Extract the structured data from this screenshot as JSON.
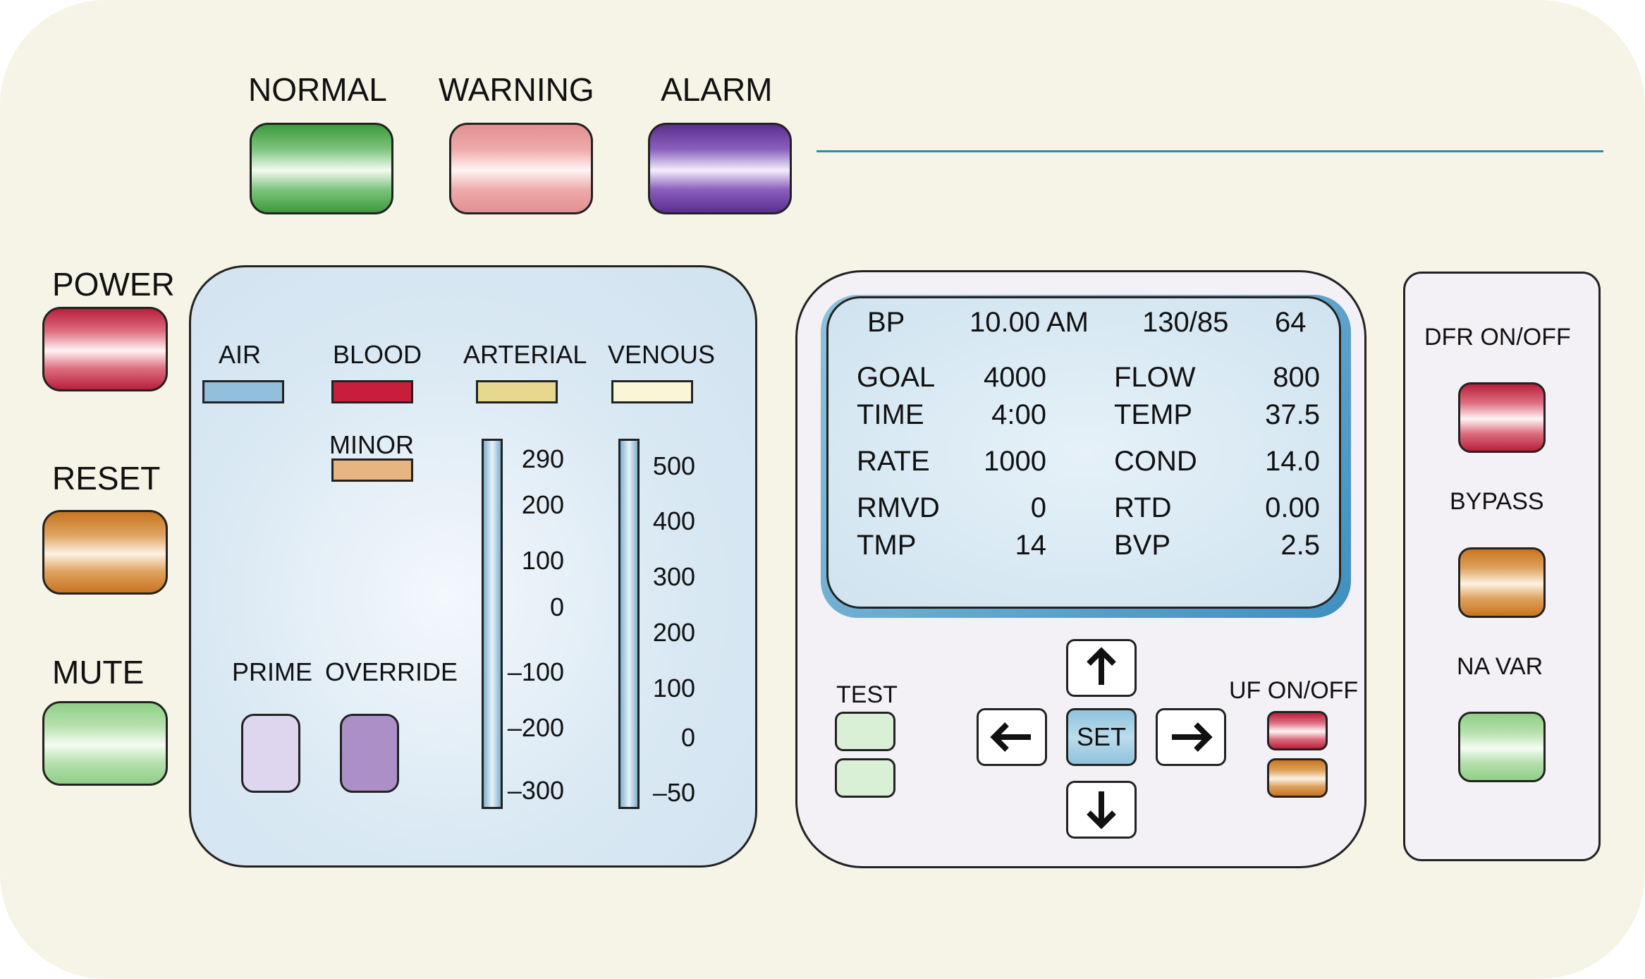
{
  "status_lights": [
    {
      "label": "NORMAL",
      "color": "#57b357"
    },
    {
      "label": "WARNING",
      "color": "#eca3a3"
    },
    {
      "label": "ALARM",
      "color": "#7a4bb0"
    }
  ],
  "left_buttons": [
    {
      "label": "POWER",
      "color": "#c8304a"
    },
    {
      "label": "RESET",
      "color": "#d2892e"
    },
    {
      "label": "MUTE",
      "color": "#8fce84"
    }
  ],
  "detectors": {
    "air": "AIR",
    "blood": "BLOOD",
    "arterial": "ARTERIAL",
    "venous": "VENOUS",
    "minor": "MINOR"
  },
  "pressure": {
    "arterial_scale": [
      "290",
      "200",
      "100",
      "0",
      "–100",
      "–200",
      "–300"
    ],
    "venous_scale": [
      "500",
      "400",
      "300",
      "200",
      "100",
      "0",
      "–50"
    ]
  },
  "prime_label": "PRIME",
  "override_label": "OVERRIDE",
  "screen": {
    "bp": "BP",
    "time_of_day": "10.00 AM",
    "bp_value": "130/85",
    "pulse": "64",
    "rows": [
      {
        "k1": "GOAL",
        "v1": "4000",
        "k2": "FLOW",
        "v2": "800"
      },
      {
        "k1": "TIME",
        "v1": "4:00",
        "k2": "TEMP",
        "v2": "37.5"
      },
      {
        "k1": "RATE",
        "v1": "1000",
        "k2": "COND",
        "v2": "14.0"
      },
      {
        "k1": "RMVD",
        "v1": "0",
        "k2": "RTD",
        "v2": "0.00"
      },
      {
        "k1": "TMP",
        "v1": "14",
        "k2": "BVP",
        "v2": "2.5"
      }
    ]
  },
  "controls": {
    "test_label": "TEST",
    "set_label": "SET",
    "uf_label": "UF ON/OFF"
  },
  "right_panel": {
    "dfr_label": "DFR ON/OFF",
    "bypass_label": "BYPASS",
    "navar_label": "NA VAR"
  },
  "icons": [
    "arrow-up-icon",
    "arrow-down-icon",
    "arrow-left-icon",
    "arrow-right-icon"
  ],
  "colors": {
    "background": "#f6f4e7",
    "panel_blue": "#d6e6f2",
    "line": "#2a8db0"
  }
}
